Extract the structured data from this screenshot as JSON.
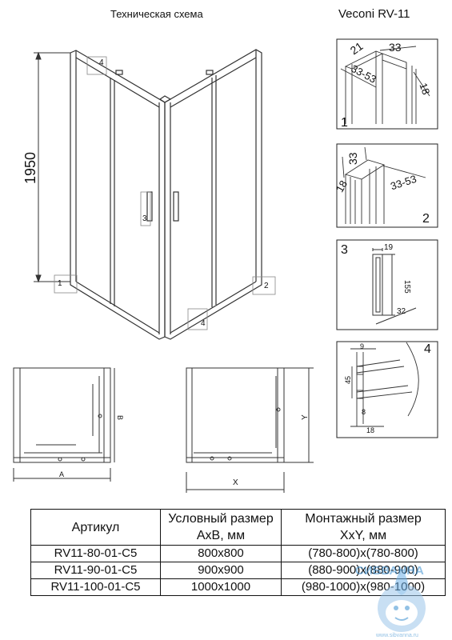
{
  "header": {
    "title": "Техническая схема",
    "model": "Veconi RV-11"
  },
  "dimensions": {
    "height": "1950",
    "plan_a": "A",
    "plan_b": "B",
    "plan_x": "X",
    "plan_y": "Y"
  },
  "markers": {
    "m1": "1",
    "m2": "2",
    "m3": "3",
    "m4_top": "4",
    "m4_bottom": "4"
  },
  "details": {
    "d1": {
      "number": "1",
      "dim_a": "21",
      "dim_b": "33",
      "dim_c": "33-53",
      "dim_d": "18"
    },
    "d2": {
      "number": "2",
      "dim_a": "33",
      "dim_b": "33-53",
      "dim_c": "18"
    },
    "d3": {
      "number": "3",
      "dim_a": "19",
      "dim_b": "155",
      "dim_c": "32"
    },
    "d4": {
      "number": "4",
      "dim_a": "9",
      "dim_b": "45",
      "dim_c": "8",
      "dim_d": "18"
    }
  },
  "table": {
    "headers": [
      [
        "Артикул"
      ],
      [
        "Условный размер",
        "AxB, мм"
      ],
      [
        "Монтажный размер",
        "XxY,  мм"
      ]
    ],
    "rows": [
      [
        "RV11-80-01-C5",
        "800x800",
        "(780-800)x(780-800)"
      ],
      [
        "RV11-90-01-C5",
        "900x900",
        "(880-900)x(880-900)"
      ],
      [
        "RV11-100-01-C5",
        "1000x1000",
        "(980-1000)x(980-1000)"
      ]
    ]
  },
  "watermark": {
    "text": "СИБВАННА",
    "url": "www.sibvanna.ru",
    "color": "#3a8fd0"
  }
}
